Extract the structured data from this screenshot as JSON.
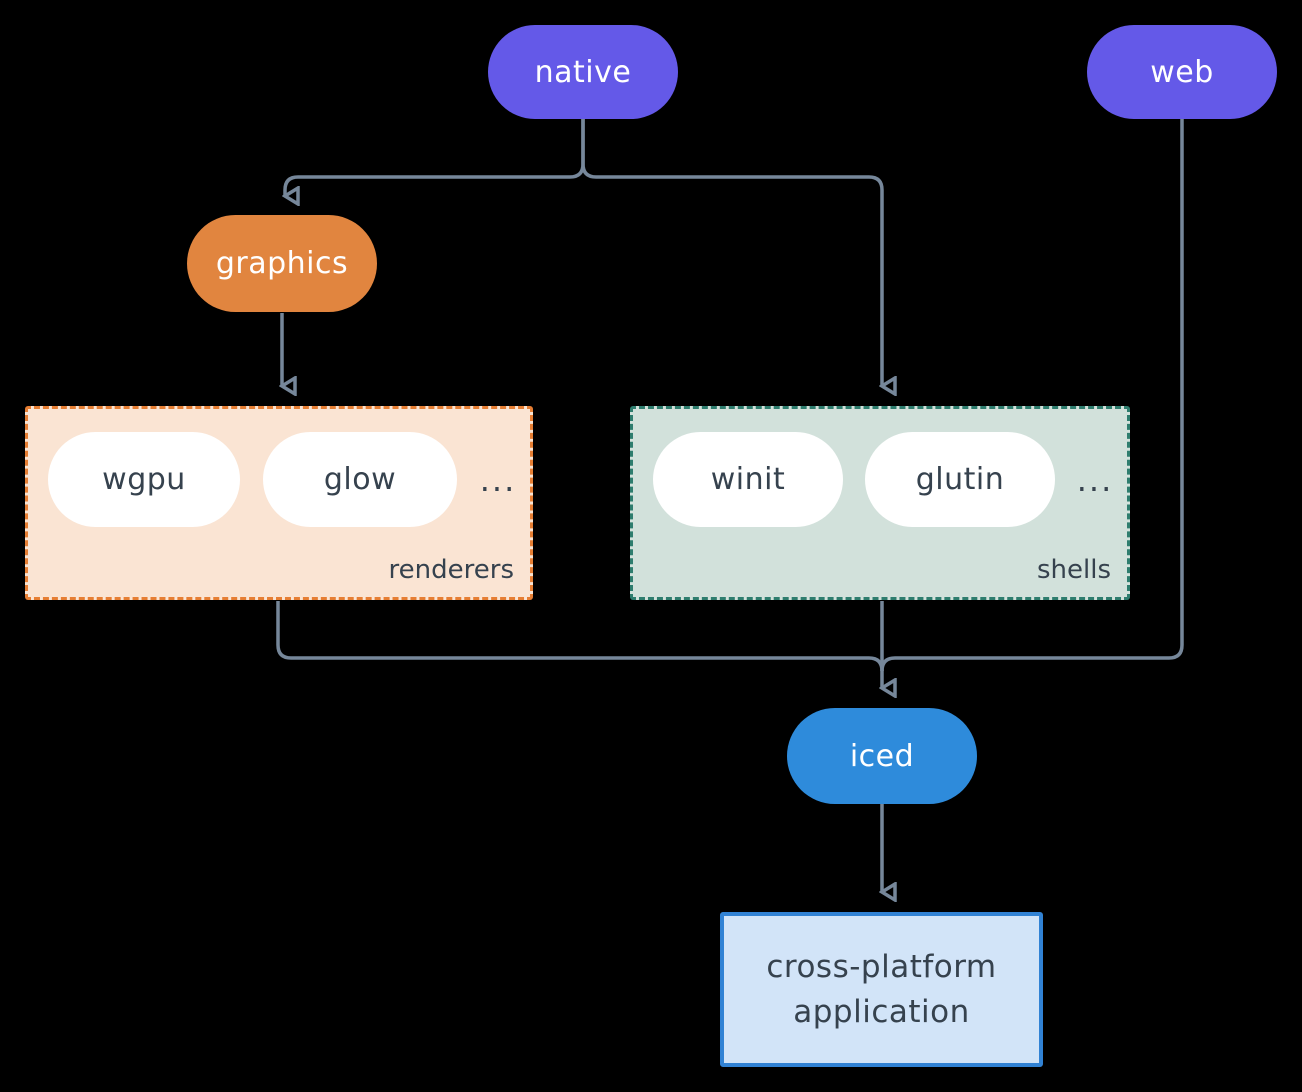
{
  "colors": {
    "bg": "#000000",
    "line": "#76879a",
    "purple": "#6459e8",
    "orange": "#e1853f",
    "orangeborder": "#e67e33",
    "peach": "#fae4d3",
    "tealborder": "#2e7d6e",
    "mint": "#d2e1db",
    "white": "#ffffff",
    "ink": "#36424e",
    "blue": "#2e8bdb",
    "appbg": "#d2e4f8",
    "appborder": "#3182d4"
  },
  "diagram": {
    "nodes": {
      "native": {
        "label": "native"
      },
      "web": {
        "label": "web"
      },
      "graphics": {
        "label": "graphics"
      },
      "iced": {
        "label": "iced"
      },
      "app": {
        "label_line1": "cross-platform",
        "label_line2": "application"
      }
    },
    "groups": {
      "renderers": {
        "label": "renderers",
        "items": [
          "wgpu",
          "glow"
        ],
        "ellipsis": "..."
      },
      "shells": {
        "label": "shells",
        "items": [
          "winit",
          "glutin"
        ],
        "ellipsis": "..."
      }
    }
  }
}
